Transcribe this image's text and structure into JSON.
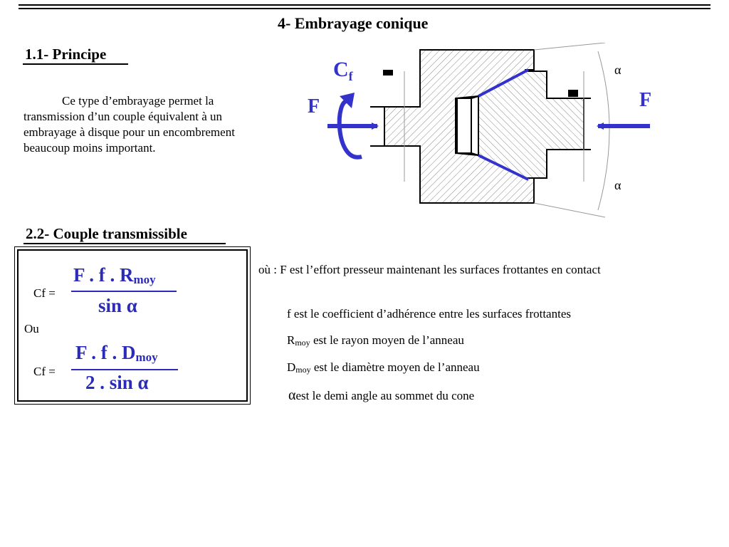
{
  "title": "4- Embrayage conique",
  "principe": {
    "heading": "1.1- Principe",
    "text": "Ce type d’embrayage permet la transmission d’un couple équivalent à un embrayage à disque pour un encombrement beaucoup moins important."
  },
  "couple": {
    "heading": "2.2- Couple transmissible",
    "formula1": {
      "lhs": "Cf =",
      "num": "F . f . R",
      "num_sub": "moy",
      "den": "sin α"
    },
    "or_label": "Ou",
    "formula2": {
      "lhs": "Cf =",
      "num": "F . f . D",
      "num_sub": "moy",
      "den": "2 . sin α"
    }
  },
  "definitions": {
    "f_line": "où : F est l’effort presseur maintenant les surfaces frottantes en contact",
    "f_coef": "f est le coefficient d’adhérence entre les surfaces frottantes",
    "r_sym": "R",
    "r_sub": "moy",
    "r_text": " est le rayon moyen de l’anneau",
    "d_sym": "D",
    "d_sub": "moy",
    "d_text": " est le diamètre moyen de l’anneau",
    "alpha_sym": "α",
    "alpha_text": "est le demi angle au sommet du cone"
  },
  "diagram": {
    "cf_label": "C",
    "cf_sub": "f",
    "f_left": "F",
    "f_right": "F",
    "alpha_top": "α",
    "alpha_bottom": "α",
    "colors": {
      "accent": "#3333cc",
      "hatch": "#888888"
    }
  }
}
